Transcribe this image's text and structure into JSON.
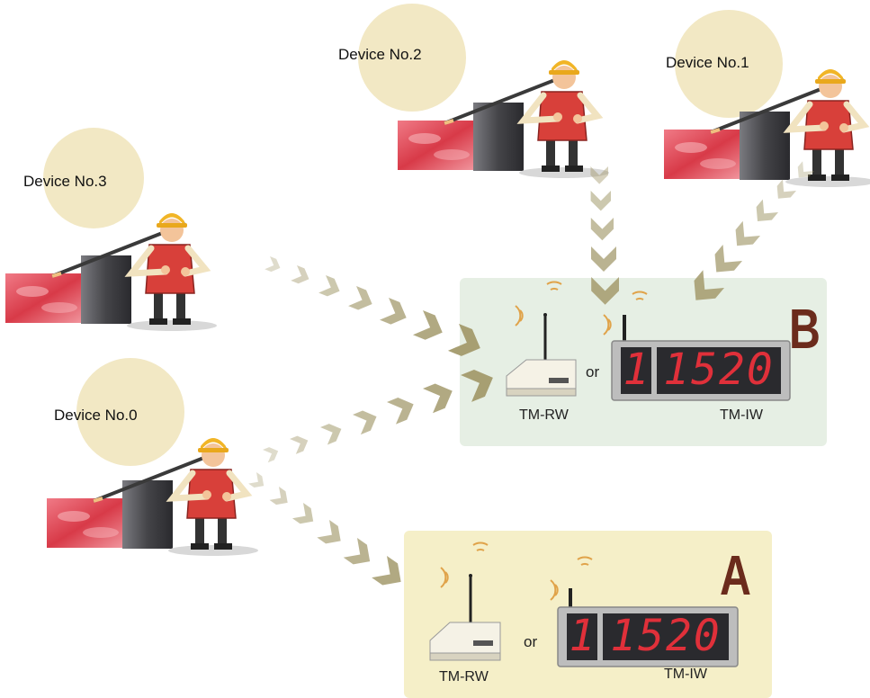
{
  "devices": [
    {
      "label": "Device No.3"
    },
    {
      "label": "Device No.2"
    },
    {
      "label": "Device No.1"
    },
    {
      "label": "Device No.0"
    }
  ],
  "zone_b": {
    "letter": "B",
    "receiver_label": "TM-RW",
    "or_label": "or",
    "display_label": "TM-IW",
    "display_left_digit": "1",
    "display_digits": "1520"
  },
  "zone_a": {
    "letter": "A",
    "receiver_label": "TM-RW",
    "or_label": "or",
    "display_label": "TM-IW",
    "display_left_digit": "1",
    "display_digits": "1520"
  },
  "colors": {
    "zone_b_bg": "#e6efe4",
    "zone_a_bg": "#f5efc8",
    "letter": "#6b2b1c",
    "arrow": "#a39a6c",
    "bubble": "#f2e8c4",
    "display_digit": "#e0303a"
  }
}
